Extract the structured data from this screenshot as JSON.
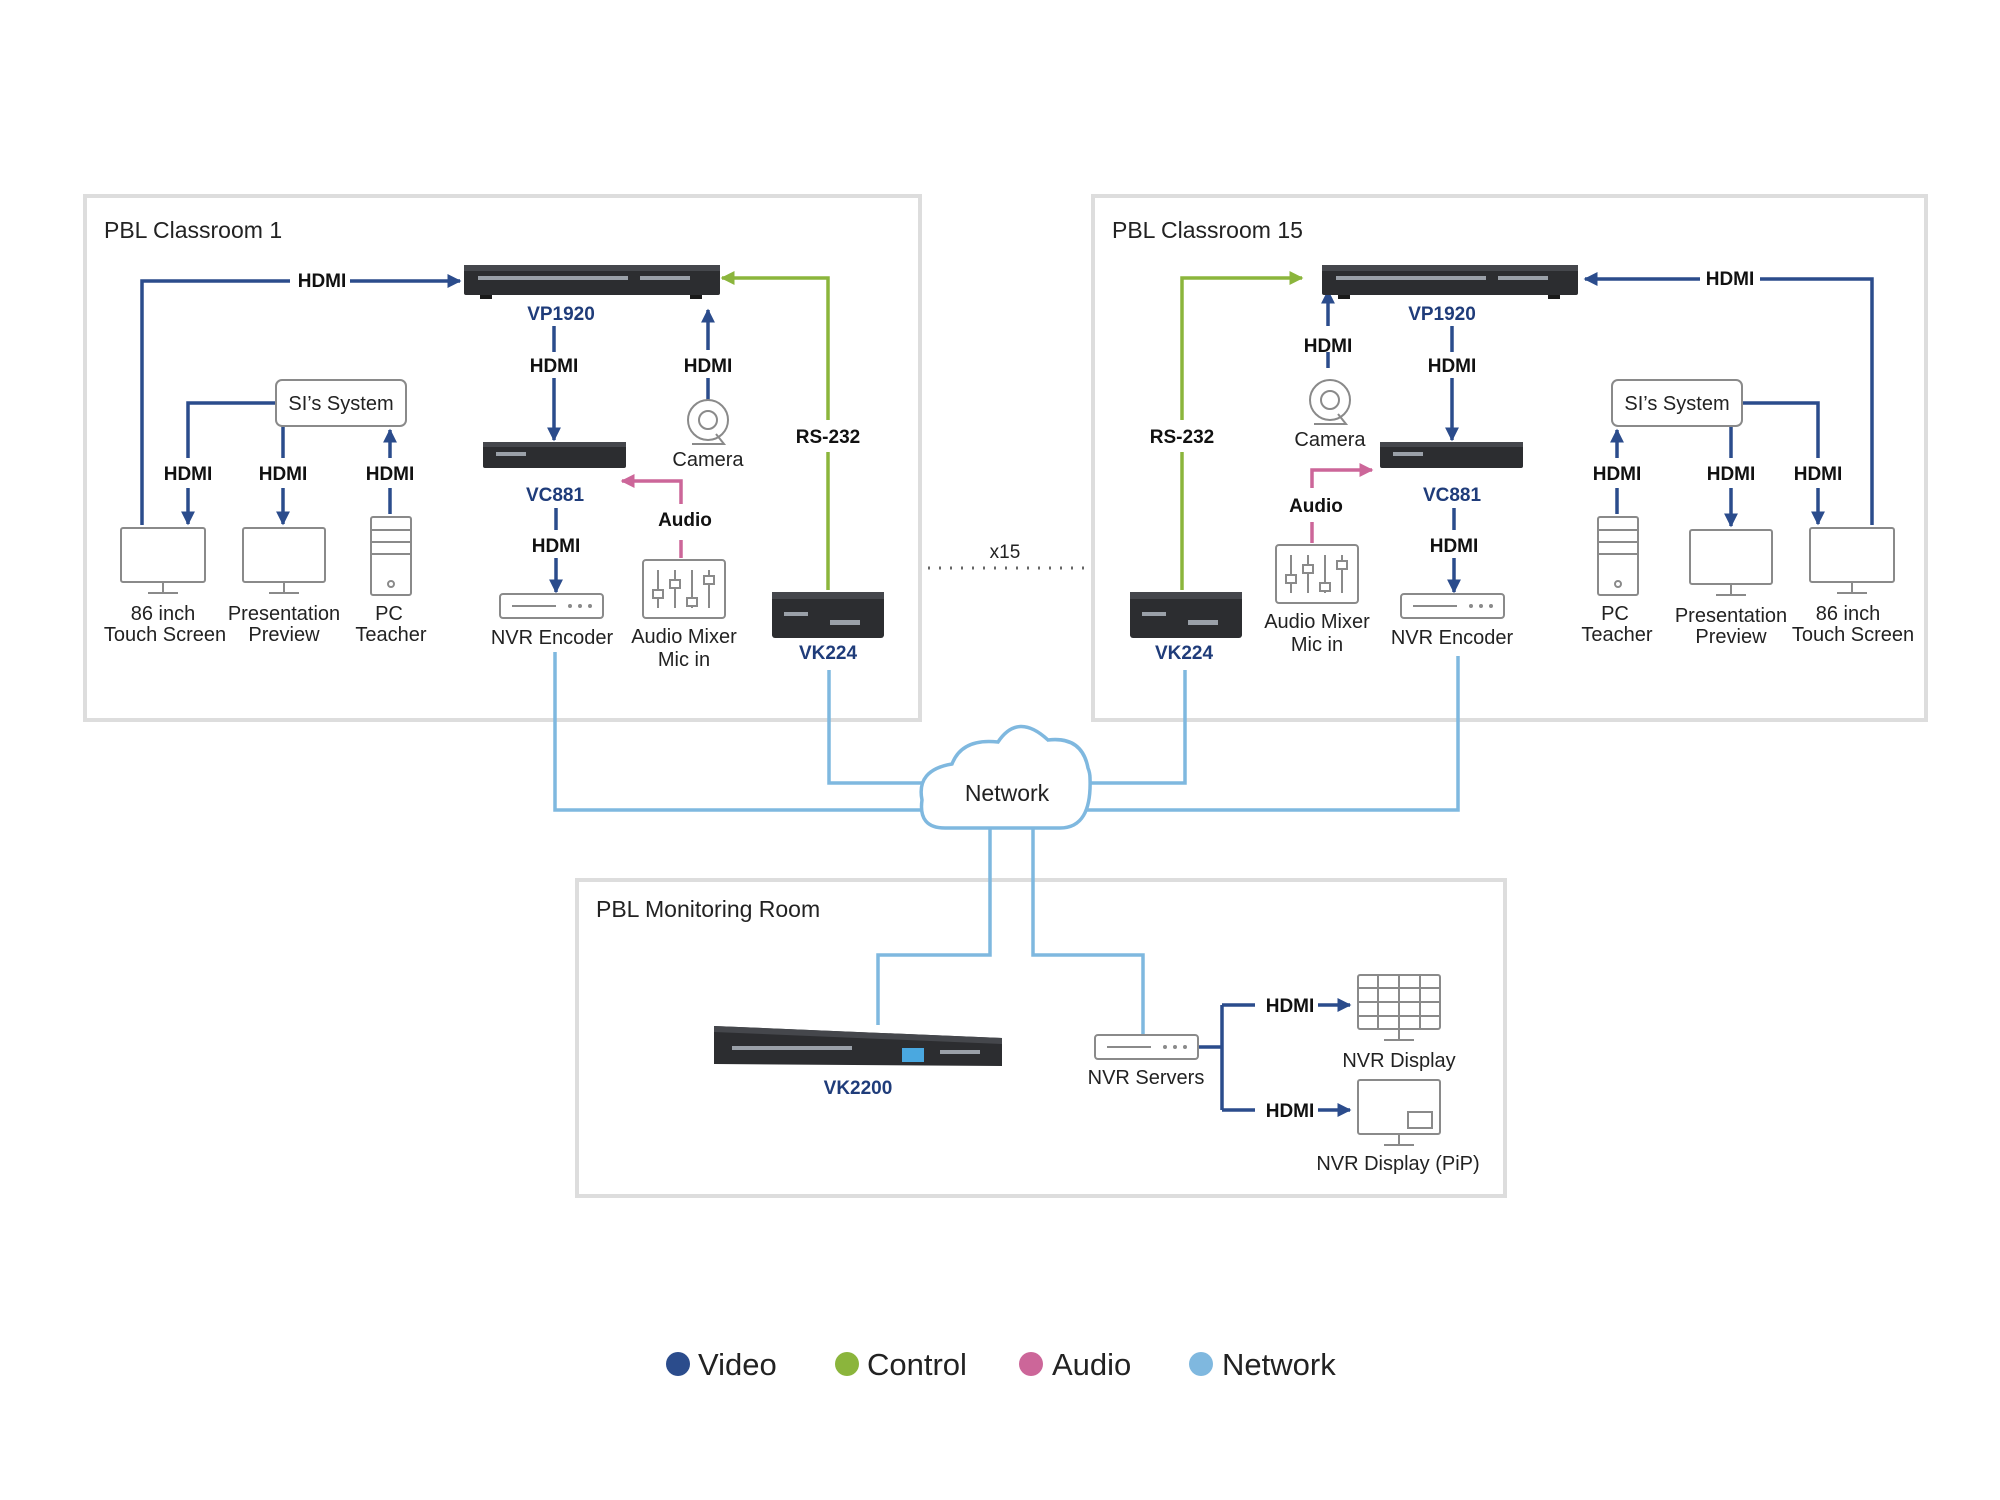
{
  "rooms": {
    "classroom1": "PBL Classroom 1",
    "classroom15": "PBL Classroom 15",
    "monitoring": "PBL Monitoring Room"
  },
  "devices": {
    "vp1920": "VP1920",
    "vc881": "VC881",
    "vk224": "VK224",
    "vk2200": "VK2200"
  },
  "signals": {
    "hdmi": "HDMI",
    "rs232": "RS-232",
    "audio": "Audio"
  },
  "labels": {
    "si_system": "SI’s System",
    "camera": "Camera",
    "touch_line1": "86 inch",
    "touch_line2": "Touch Screen",
    "preview_line1": "Presentation",
    "preview_line2": "Preview",
    "pc_line1": "PC",
    "pc_line2": "Teacher",
    "nvr_encoder": "NVR Encoder",
    "mixer_line1": "Audio Mixer",
    "mixer_line2": "Mic in",
    "network": "Network",
    "repeat": "x15",
    "nvr_servers": "NVR Servers",
    "nvr_display": "NVR Display",
    "nvr_display_pip": "NVR Display (PiP)"
  },
  "legend": [
    {
      "label": "Video",
      "color": "#2b4c8c"
    },
    {
      "label": "Control",
      "color": "#8bb53c"
    },
    {
      "label": "Audio",
      "color": "#cc6699"
    },
    {
      "label": "Network",
      "color": "#7fb8df"
    }
  ]
}
